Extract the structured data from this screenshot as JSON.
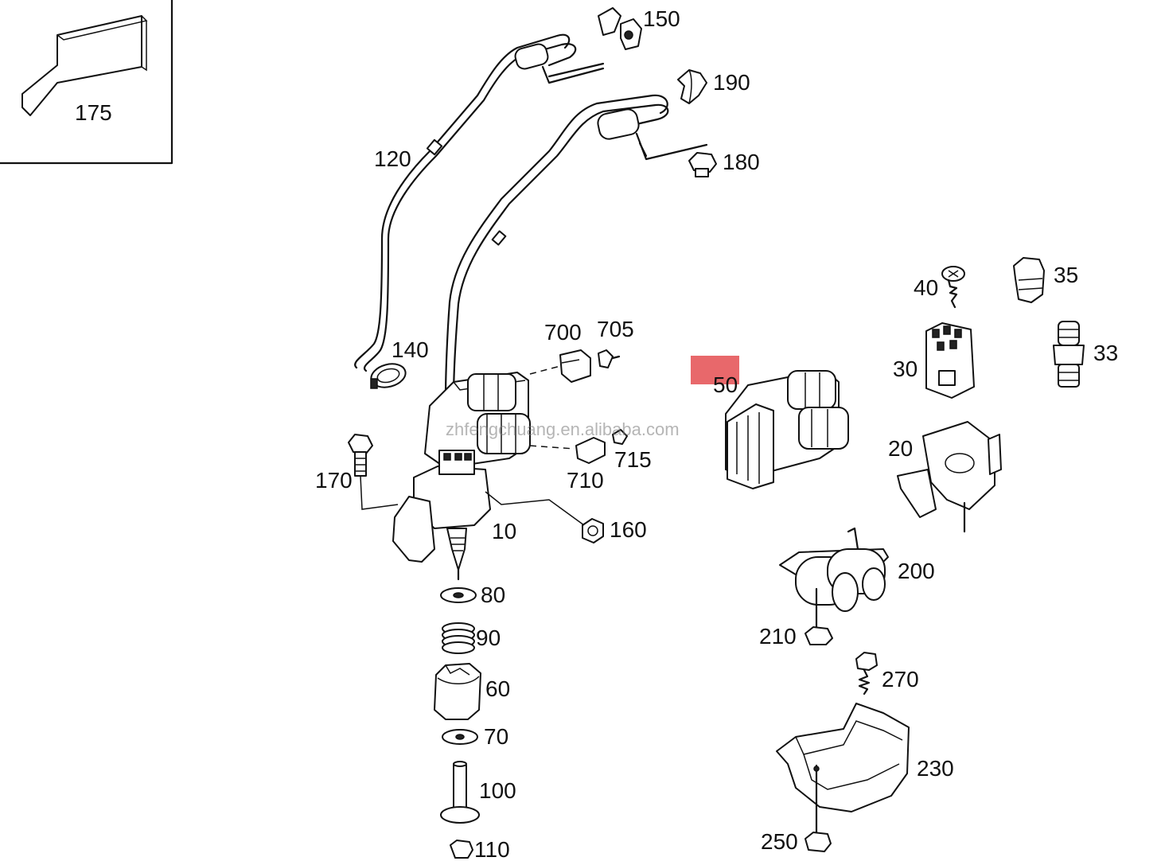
{
  "labels": {
    "p175": "175",
    "p150": "150",
    "p190": "190",
    "p180": "180",
    "p120": "120",
    "p40": "40",
    "p35": "35",
    "p33": "33",
    "p30": "30",
    "p140": "140",
    "p700": "700",
    "p705": "705",
    "p50": "50",
    "p710": "710",
    "p715": "715",
    "p20": "20",
    "p170": "170",
    "p10": "10",
    "p160": "160",
    "p200": "200",
    "p210": "210",
    "p80": "80",
    "p90": "90",
    "p60": "60",
    "p70": "70",
    "p270": "270",
    "p230": "230",
    "p100": "100",
    "p110": "110",
    "p250": "250"
  },
  "watermark": "zhfengchuang.en.alibaba.com",
  "colors": {
    "highlight": "#e8686b",
    "line": "#111111",
    "background": "#ffffff"
  }
}
